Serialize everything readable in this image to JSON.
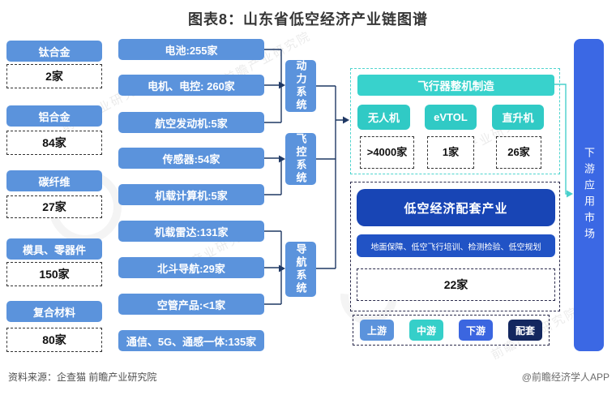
{
  "title": "图表8：山东省低空经济产业链图谱",
  "colors": {
    "upstream_blue": "#5B93DC",
    "midstream_teal": "#35CFC9",
    "downstream_blue": "#3B66E0",
    "supporting_navy": "#13275F",
    "supporting_box_blue": "#1845B5",
    "connector_navy": "#1F3864",
    "connector_teal": "#49D0CC"
  },
  "upstream": {
    "items": [
      {
        "label": "钛合金",
        "count": "2家"
      },
      {
        "label": "铝合金",
        "count": "84家"
      },
      {
        "label": "碳纤维",
        "count": "27家"
      },
      {
        "label": "模具、零器件",
        "count": "150家"
      },
      {
        "label": "复合材料",
        "count": "80家"
      }
    ]
  },
  "components": {
    "items": [
      "电池:255家",
      "电机、电控: 260家",
      "航空发动机:5家",
      "传感器:54家",
      "机载计算机:5家",
      "机载雷达:131家",
      "北斗导航:29家",
      "空管产品:<1家",
      "通信、5G、通感一体:135家"
    ]
  },
  "systems": {
    "items": [
      "动力系统",
      "飞控系统",
      "导航系统"
    ]
  },
  "aircraft": {
    "header": "飞行器整机制造",
    "items": [
      {
        "label": "无人机",
        "count": ">4000家"
      },
      {
        "label": "eVTOL",
        "count": "1家"
      },
      {
        "label": "直升机",
        "count": "26家"
      }
    ]
  },
  "supporting": {
    "header": "低空经济配套产业",
    "subtitle": "地面保障、低空飞行培训、检测检验、低空规划",
    "count": "22家"
  },
  "legend": {
    "items": [
      {
        "label": "上游",
        "color": "#5B93DC"
      },
      {
        "label": "中游",
        "color": "#35CFC9"
      },
      {
        "label": "下游",
        "color": "#3B66E0"
      },
      {
        "label": "配套",
        "color": "#13275F"
      }
    ]
  },
  "downstream": {
    "label": "下游应用市场"
  },
  "footer": {
    "source": "资料来源：企查猫 前瞻产业研究院",
    "credit": "@前瞻经济学人APP"
  },
  "watermark": {
    "text": "前瞻产业研究院"
  }
}
